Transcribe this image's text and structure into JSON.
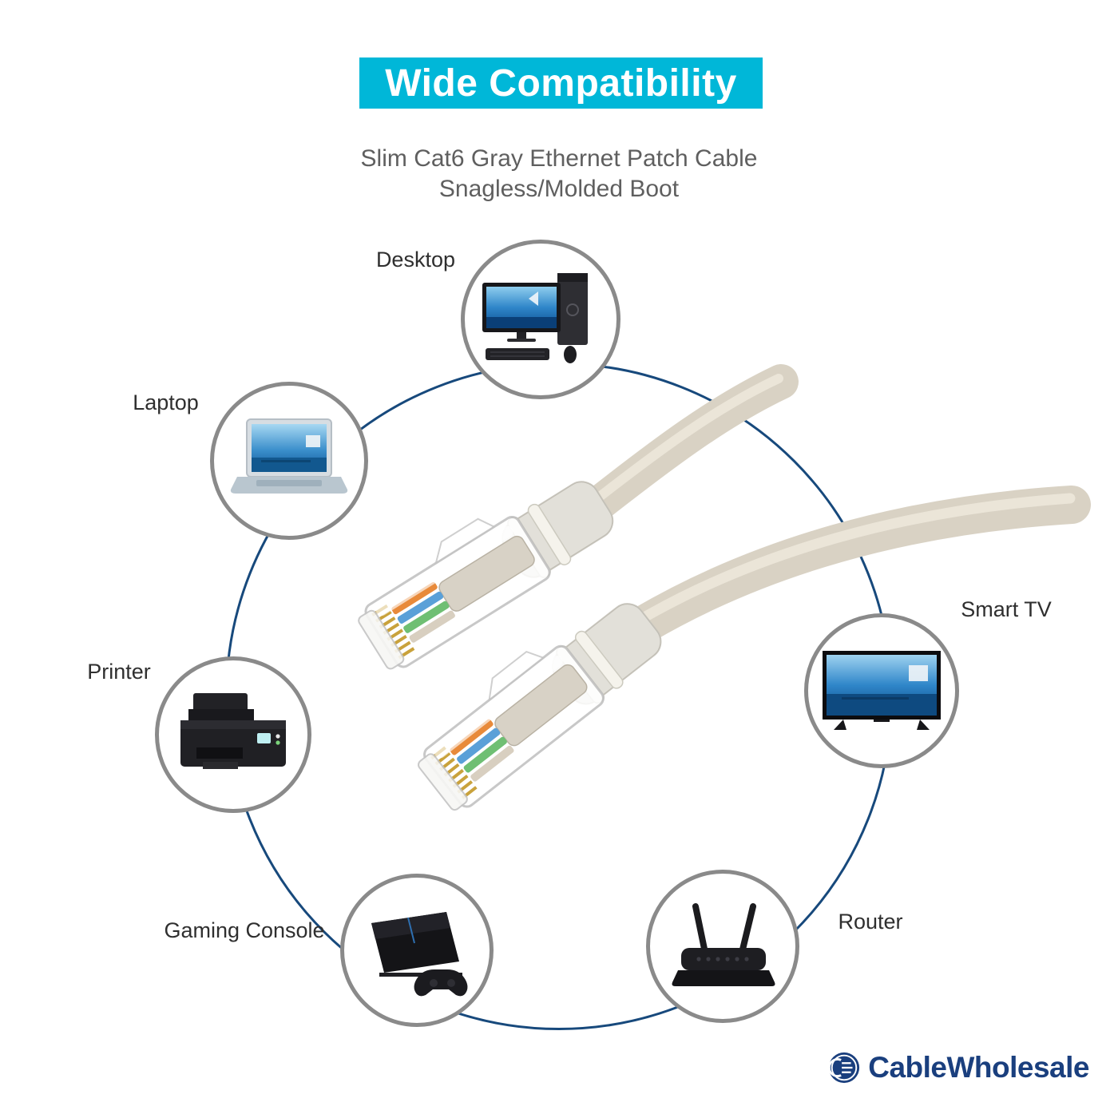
{
  "banner": {
    "title": "Wide Compatibility",
    "bg_color": "#00b7d8"
  },
  "subtitle": {
    "line1": "Slim Cat6 Gray Ethernet Patch Cable",
    "line2": "Snagless/Molded Boot"
  },
  "product": {
    "name": "Slim Cat6 Gray Ethernet Patch Cable",
    "boot_type": "Snagless/Molded Boot",
    "cable_color": "#d9d2c4",
    "connector": "clear RJ45 plugs"
  },
  "devices": [
    {
      "id": "desktop",
      "label": "Desktop",
      "icon": "desktop-computer-icon"
    },
    {
      "id": "laptop",
      "label": "Laptop",
      "icon": "laptop-icon"
    },
    {
      "id": "printer",
      "label": "Printer",
      "icon": "printer-icon"
    },
    {
      "id": "gaming-console",
      "label": "Gaming Console",
      "icon": "gaming-console-icon"
    },
    {
      "id": "router",
      "label": "Router",
      "icon": "router-icon"
    },
    {
      "id": "smart-tv",
      "label": "Smart TV",
      "icon": "smart-tv-icon"
    }
  ],
  "logo": {
    "text": "CableWholesale",
    "color": "#1a3f7e"
  },
  "colors": {
    "ring": "#17497c",
    "device_circle_border": "#8a8a8a",
    "label_text": "#2f2f2f",
    "subtitle_text": "#5f5f5f"
  }
}
